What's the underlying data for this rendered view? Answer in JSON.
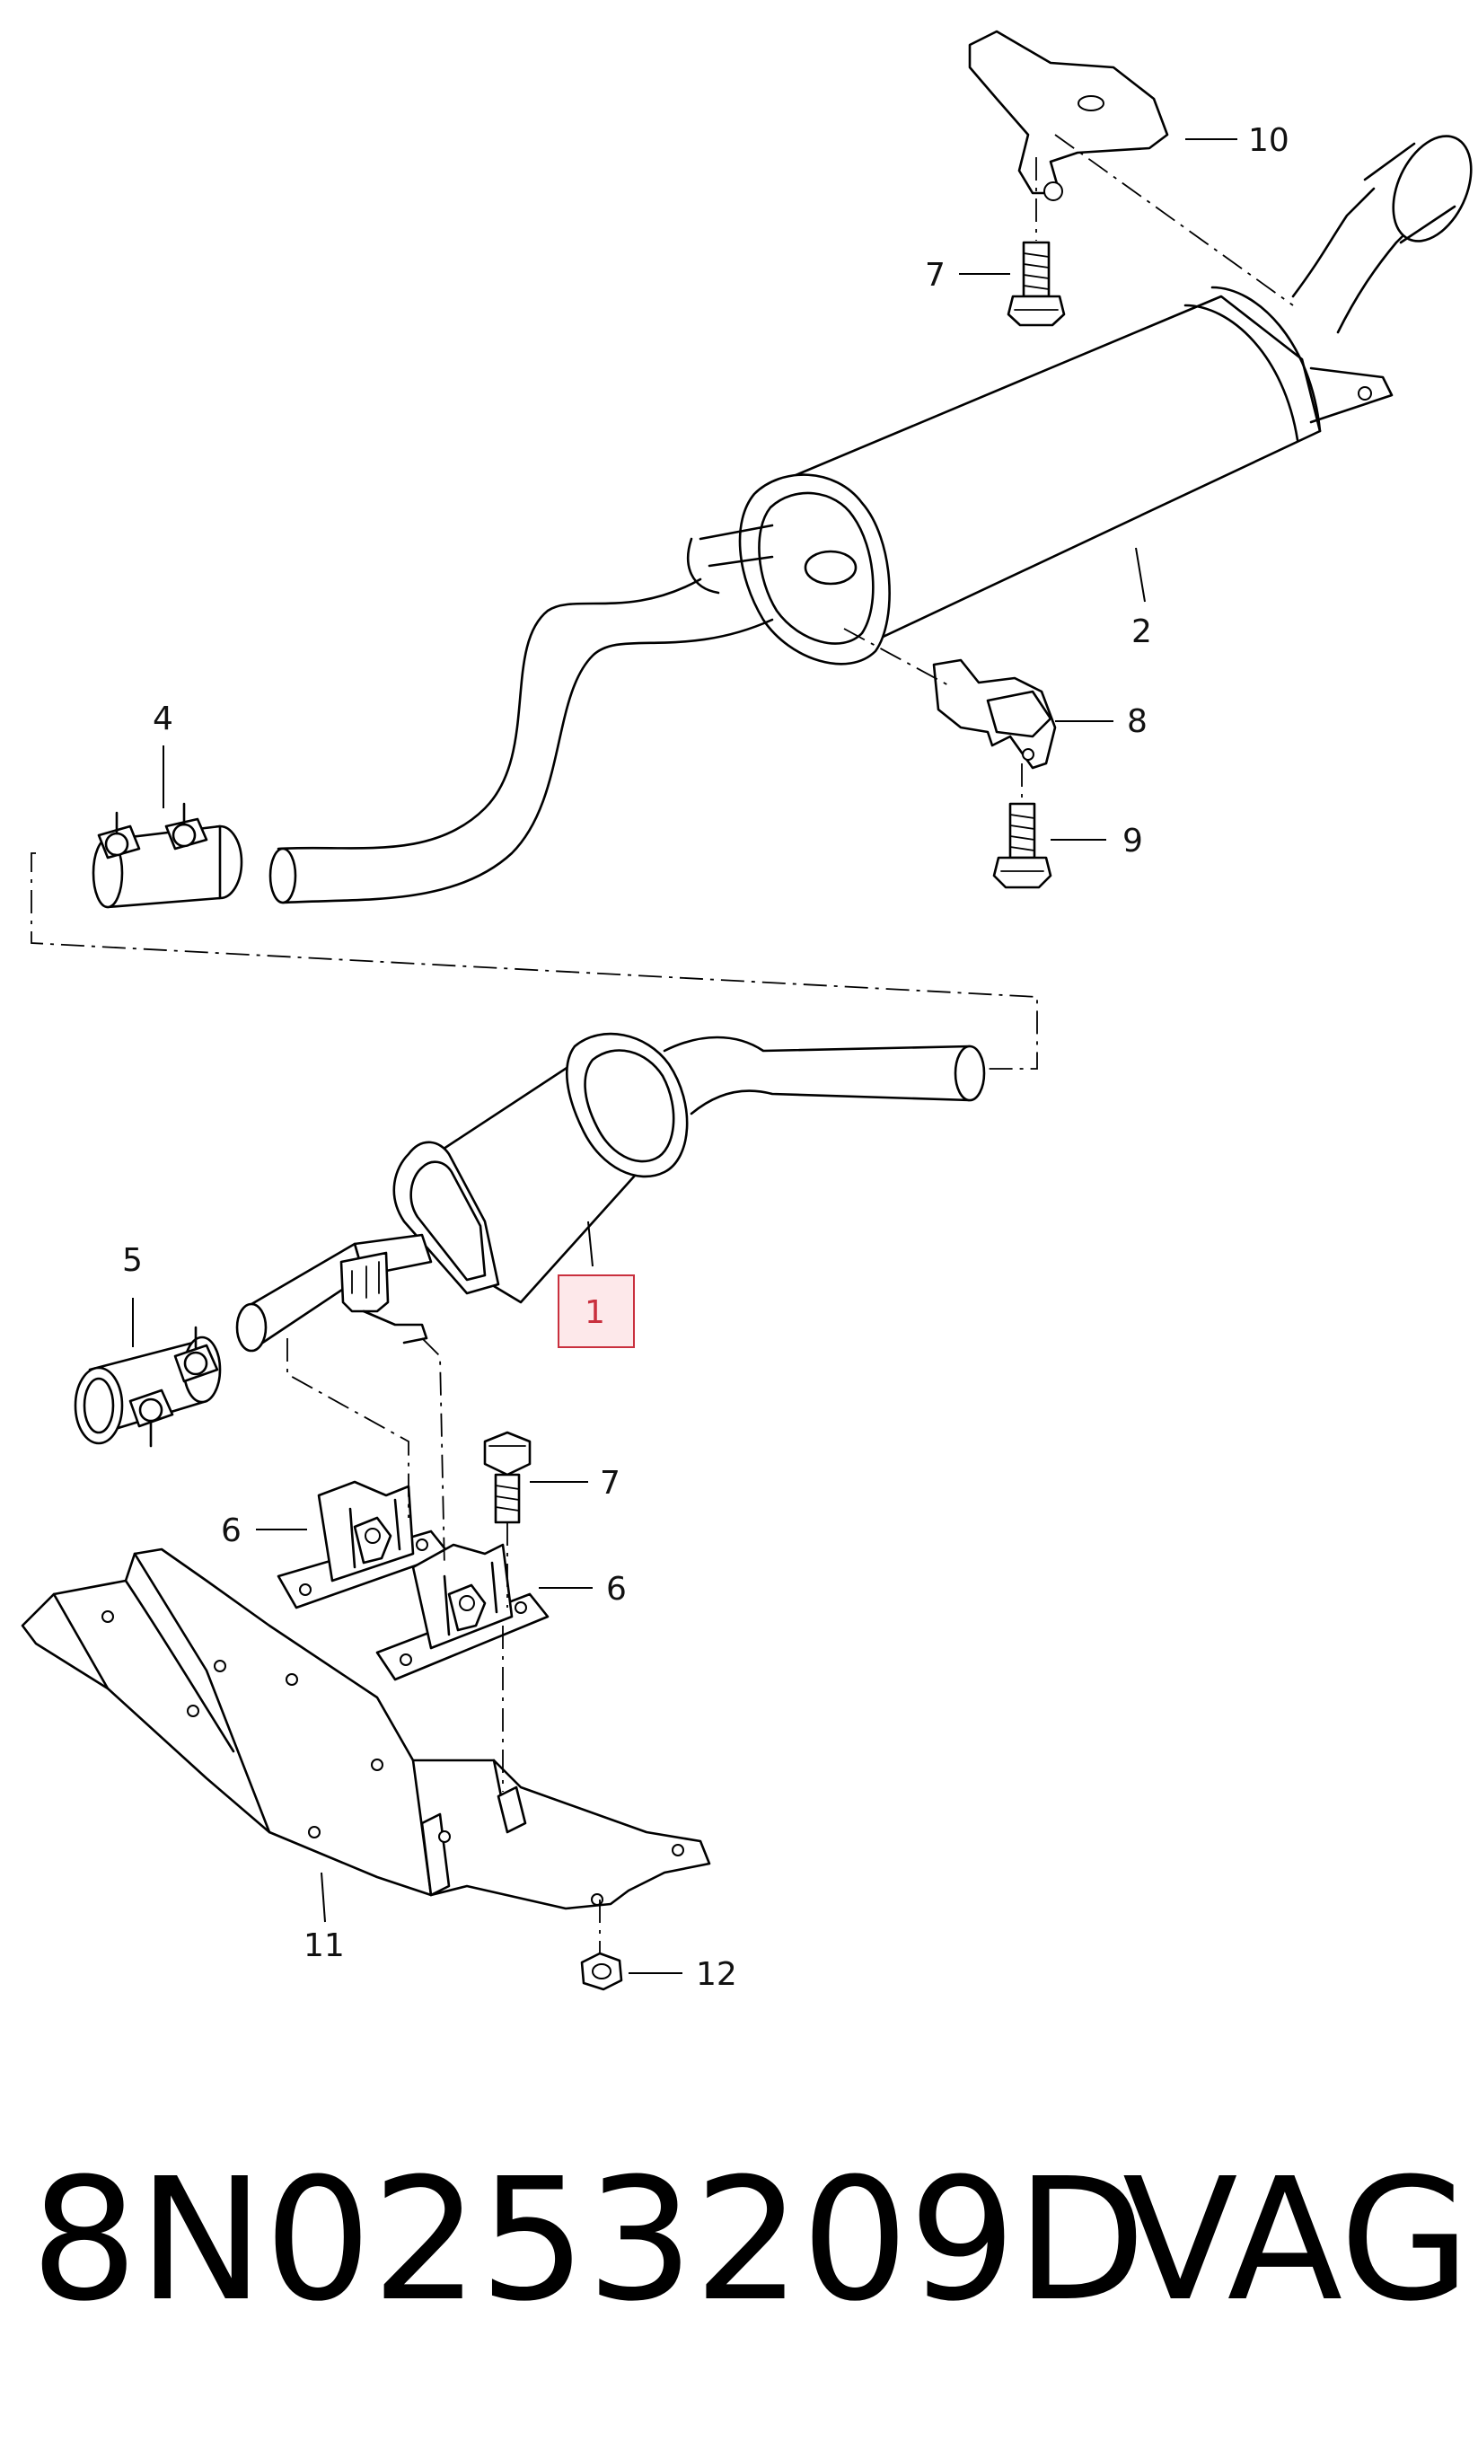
{
  "callouts": {
    "c1": "1",
    "c2": "2",
    "c4": "4",
    "c5": "5",
    "c6a": "6",
    "c6b": "6",
    "c7a": "7",
    "c7b": "7",
    "c8": "8",
    "c9": "9",
    "c10": "10",
    "c11": "11",
    "c12": "12"
  },
  "caption": {
    "part_number": "8N0253209D",
    "brand": "VAG"
  },
  "colors": {
    "highlight_border": "#c9303e",
    "highlight_fill": "#fde8ea"
  }
}
